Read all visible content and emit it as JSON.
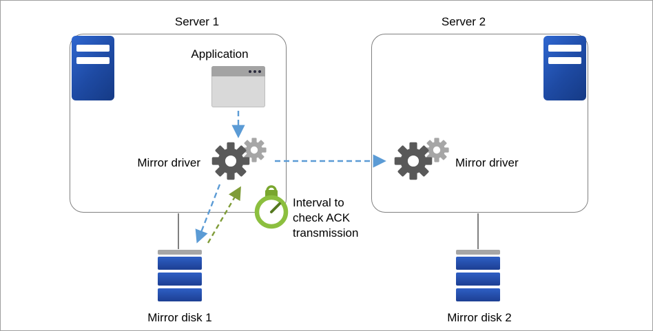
{
  "colors": {
    "arrow_blue": "#5B9BD5",
    "arrow_green": "#7F9C38",
    "connector_gray": "#7f7f7f",
    "server_blue": "#1E4AA3",
    "disk_blue": "#2453B8",
    "gear_dark": "#595959",
    "gear_light": "#A6A6A6",
    "timer_green": "#8CBF3F",
    "box_border": "#7F7F7F"
  },
  "server1": {
    "title": "Server 1",
    "application_label": "Application",
    "mirror_driver_label": "Mirror driver",
    "disk_label": "Mirror disk 1"
  },
  "server2": {
    "title": "Server 2",
    "mirror_driver_label": "Mirror driver",
    "disk_label": "Mirror disk 2"
  },
  "annotation": {
    "interval_label": "Interval to check ACK transmission"
  },
  "icons": {
    "server": "server-tower-icon",
    "application": "app-window-icon",
    "mirror_driver": "gears-icon",
    "interval": "stopwatch-icon",
    "disk": "disk-stack-icon"
  }
}
